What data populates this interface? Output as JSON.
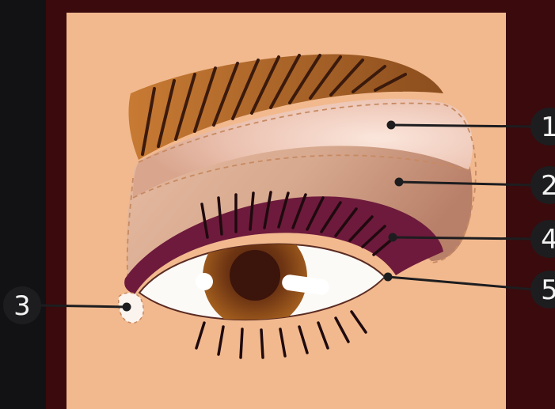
{
  "colors": {
    "left_strip": "#121214",
    "frame": "#3a0a0c",
    "skin": "#f2b98e",
    "eyebrow": "#a9622a",
    "highlight": "#f5d7c9",
    "crease": "#d9ab8e",
    "liner": "#6e1a3c",
    "iris": "#7a4316",
    "sclera": "#fbfaf7",
    "marker": "#1d1d1f",
    "label_text": "#f2f2f2"
  },
  "markers": [
    {
      "id": "1",
      "label": "1"
    },
    {
      "id": "2",
      "label": "2"
    },
    {
      "id": "3",
      "label": "3"
    },
    {
      "id": "4",
      "label": "4"
    },
    {
      "id": "5",
      "label": "5"
    }
  ]
}
